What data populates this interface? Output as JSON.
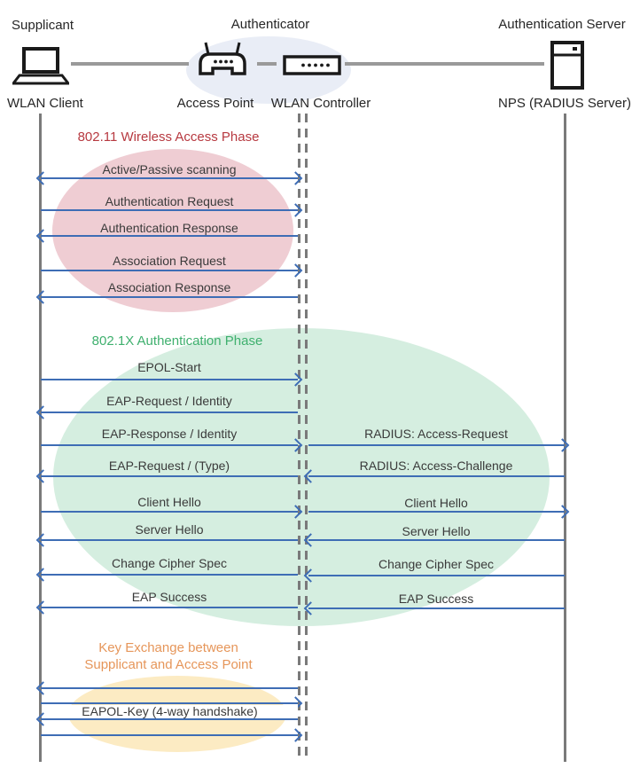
{
  "header": {
    "roles": [
      {
        "label": "Supplicant"
      },
      {
        "label": "Authenticator"
      },
      {
        "label": "Authentication Server"
      }
    ],
    "devices": [
      {
        "label": "WLAN Client",
        "icon": "laptop-icon"
      },
      {
        "label": "Access Point",
        "icon": "access-point-icon"
      },
      {
        "label": "WLAN Controller",
        "icon": "wlan-controller-icon"
      },
      {
        "label": "NPS (RADIUS Server)",
        "icon": "server-icon"
      }
    ]
  },
  "phases": [
    {
      "title": "802.11 Wireless Access Phase",
      "title_color": "#B73940",
      "ellipse_color": "#EFCDD3",
      "messages": [
        {
          "label": "Active/Passive scanning",
          "direction": "both",
          "from": "WLAN Client",
          "to": "WLAN Controller"
        },
        {
          "label": "Authentication Request",
          "direction": "right",
          "from": "WLAN Client",
          "to": "WLAN Controller"
        },
        {
          "label": "Authentication Response",
          "direction": "left",
          "from": "WLAN Controller",
          "to": "WLAN Client"
        },
        {
          "label": "Association Request",
          "direction": "right",
          "from": "WLAN Client",
          "to": "WLAN Controller"
        },
        {
          "label": "Association Response",
          "direction": "left",
          "from": "WLAN Controller",
          "to": "WLAN Client"
        }
      ]
    },
    {
      "title": "802.1X Authentication Phase",
      "title_color": "#3FB06E",
      "ellipse_color": "#D5EEE0",
      "messages": [
        {
          "label": "EPOL-Start",
          "direction": "right",
          "from": "WLAN Client",
          "to": "WLAN Controller"
        },
        {
          "label": "EAP-Request / Identity",
          "direction": "left",
          "from": "WLAN Controller",
          "to": "WLAN Client"
        },
        {
          "label": "EAP-Response / Identity",
          "direction": "right",
          "from": "WLAN Client",
          "to": "WLAN Controller"
        },
        {
          "label": "RADIUS: Access-Request",
          "direction": "right",
          "from": "WLAN Controller",
          "to": "NPS (RADIUS Server)"
        },
        {
          "label": "EAP-Request / (Type)",
          "direction": "left",
          "from": "WLAN Controller",
          "to": "WLAN Client"
        },
        {
          "label": "RADIUS: Access-Challenge",
          "direction": "left",
          "from": "NPS (RADIUS Server)",
          "to": "WLAN Controller"
        },
        {
          "label": "Client Hello",
          "direction": "right",
          "from": "WLAN Client",
          "to": "WLAN Controller"
        },
        {
          "label": "Client Hello",
          "direction": "right",
          "from": "WLAN Controller",
          "to": "NPS (RADIUS Server)"
        },
        {
          "label": "Server Hello",
          "direction": "left",
          "from": "WLAN Controller",
          "to": "WLAN Client"
        },
        {
          "label": "Server Hello",
          "direction": "left",
          "from": "NPS (RADIUS Server)",
          "to": "WLAN Controller"
        },
        {
          "label": "Change Cipher Spec",
          "direction": "left",
          "from": "WLAN Controller",
          "to": "WLAN Client"
        },
        {
          "label": "Change Cipher Spec",
          "direction": "left",
          "from": "NPS (RADIUS Server)",
          "to": "WLAN Controller"
        },
        {
          "label": "EAP Success",
          "direction": "left",
          "from": "WLAN Controller",
          "to": "WLAN Client"
        },
        {
          "label": "EAP Success",
          "direction": "left",
          "from": "NPS (RADIUS Server)",
          "to": "WLAN Controller"
        }
      ]
    },
    {
      "title_line1": "Key Exchange between",
      "title_line2": "Supplicant and Access Point",
      "title_color": "#E6965A",
      "ellipse_color": "#FCEBC3",
      "messages": [
        {
          "label": "",
          "direction": "left",
          "from": "WLAN Controller",
          "to": "WLAN Client"
        },
        {
          "label": "",
          "direction": "right",
          "from": "WLAN Client",
          "to": "WLAN Controller"
        },
        {
          "label": "EAPOL-Key (4-way handshake)",
          "direction": "left",
          "from": "WLAN Controller",
          "to": "WLAN Client"
        },
        {
          "label": "",
          "direction": "right",
          "from": "WLAN Client",
          "to": "WLAN Controller"
        }
      ]
    }
  ],
  "colors": {
    "arrow": "#3E6DB5",
    "lifeline": "#7A7A7A",
    "header_connector": "#9A9A9A",
    "message_text": "#3A3A3A",
    "authenticator_ellipse": "#E9EDF6"
  }
}
